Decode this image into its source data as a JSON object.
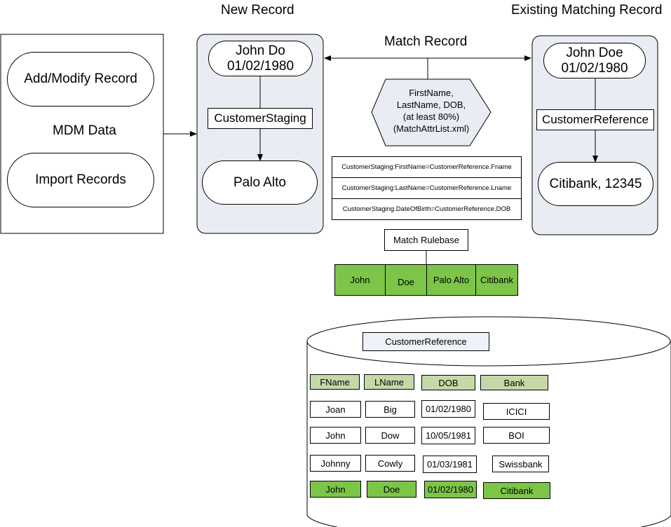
{
  "headings": {
    "new_record": "New Record",
    "existing_record": "Existing Matching Record",
    "match_record": "Match Record"
  },
  "mdm": {
    "add_modify": "Add/Modify Record",
    "label": "MDM Data",
    "import": "Import Records"
  },
  "new_record": {
    "name_dob": "John Do\n01/02/1980",
    "staging": "CustomerStaging",
    "city": "Palo Alto"
  },
  "existing_record": {
    "name_dob": "John Doe\n01/02/1980",
    "reference": "CustomerReference",
    "bank": "Citibank, 12345"
  },
  "match_criteria": "FirstName,\nLastName, DOB,\n(at least 80%)\n(MatchAttrList.xml)",
  "rules": [
    "CustomerStaging:FirstName=CustomerReference.Fname",
    "CustomerStaging:LastName=CustomerReference.Lname",
    "CustomerStaging.DateOfBirth=CustomerReference.DOB"
  ],
  "rulebase_label": "Match Rulebase",
  "merged_record": [
    "John",
    "Doe",
    "Palo Alto",
    "Citibank"
  ],
  "database": {
    "table_name": "CustomerReference",
    "headers": [
      "FName",
      "LName",
      "DOB",
      "Bank"
    ],
    "rows": [
      [
        "Joan",
        "Big",
        "01/02/1980",
        "ICICI"
      ],
      [
        "John",
        "Dow",
        "10/05/1981",
        "BOI"
      ],
      [
        "Johnny",
        "Cowly",
        "01/03/1981",
        "Swissbank"
      ],
      [
        "John",
        "Doe",
        "01/02/1980",
        "Citibank"
      ]
    ]
  },
  "colors": {
    "panel_fill": "#e9edf3",
    "header_fill": "#c5d9a8",
    "match_fill": "#7dc548"
  }
}
